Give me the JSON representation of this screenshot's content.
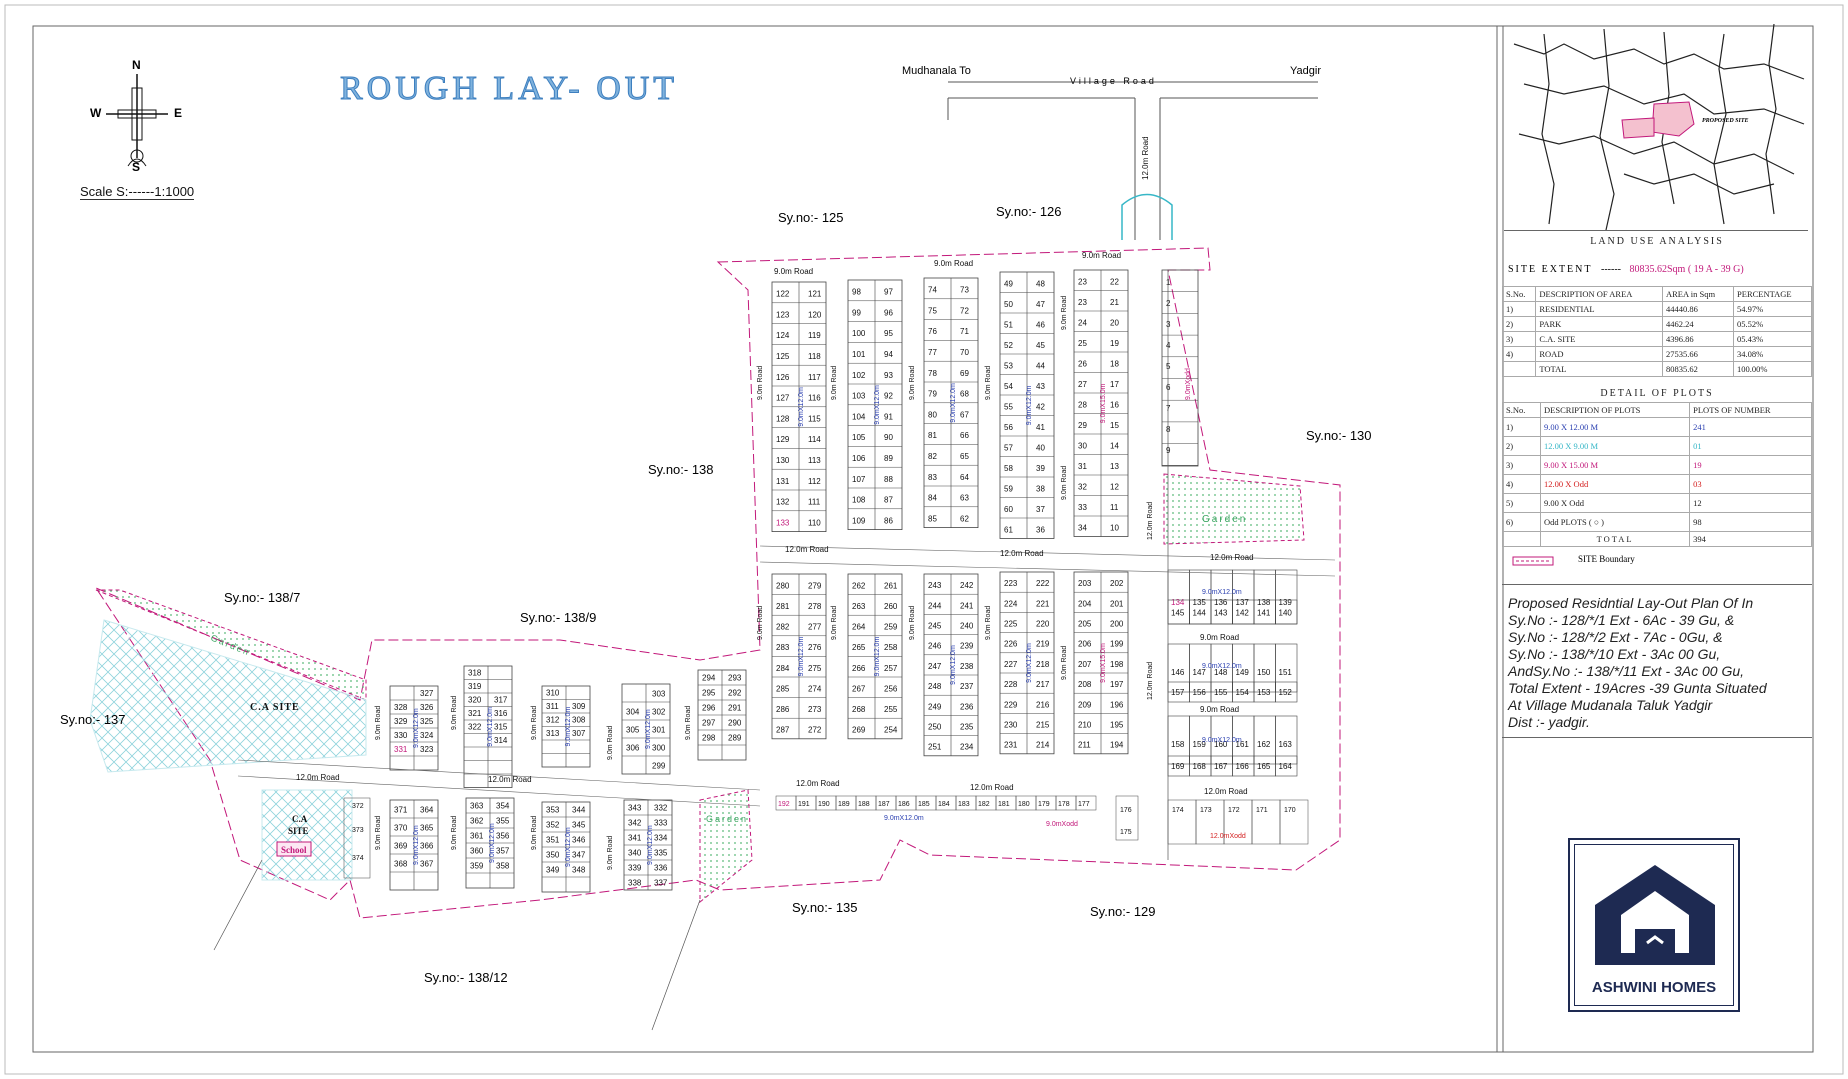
{
  "title": "ROUGH LAY- OUT",
  "scale": "Scale S:------1:1000",
  "compass": {
    "n": "N",
    "s": "S",
    "e": "E",
    "w": "W"
  },
  "top_road": {
    "left": "Mudhanala To",
    "middle": "Village Road",
    "right": "Yadgir"
  },
  "survey_labels": [
    {
      "id": "sy125",
      "text": "Sy.no:- 125"
    },
    {
      "id": "sy126",
      "text": "Sy.no:- 126"
    },
    {
      "id": "sy130",
      "text": "Sy.no:- 130"
    },
    {
      "id": "sy138",
      "text": "Sy.no:- 138"
    },
    {
      "id": "sy1387",
      "text": "Sy.no:- 138/7"
    },
    {
      "id": "sy1389",
      "text": "Sy.no:- 138/9"
    },
    {
      "id": "sy137",
      "text": "Sy.no:- 137"
    },
    {
      "id": "sy135",
      "text": "Sy.no:- 135"
    },
    {
      "id": "sy129",
      "text": "Sy.no:- 129"
    },
    {
      "id": "sy13812",
      "text": "Sy.no:- 138/12"
    }
  ],
  "road_labels": {
    "r9": "9.0m Road",
    "r12": "12.0m Road",
    "dim9x12": "9.0mX12.0m",
    "dim9x15": "9.0mX15.0m",
    "dim9odd": "9.0mXodd",
    "dim12odd": "12.0mXodd"
  },
  "area_labels": {
    "garden": "Garden",
    "ca_site": "C.A SITE",
    "ca": "C.A",
    "site": "SITE",
    "school": "School"
  },
  "key_plan": {
    "label": "PROPOSED SITE"
  },
  "land_use": {
    "title": "LAND USE ANALYSIS",
    "site_extent_label": "SITE EXTENT",
    "site_extent_sep": "------",
    "site_extent_value": "80835.62Sqm ( 19 A - 39 G)",
    "headers": [
      "S.No.",
      "DESCRIPTION OF AREA",
      "AREA in Sqm",
      "PERCENTAGE"
    ],
    "rows": [
      [
        "1)",
        "RESIDENTIAL",
        "44440.86",
        "54.97%"
      ],
      [
        "2)",
        "PARK",
        "4462.24",
        "05.52%"
      ],
      [
        "3)",
        "C.A. SITE",
        "4396.86",
        "05.43%"
      ],
      [
        "4)",
        "ROAD",
        "27535.66",
        "34.08%"
      ],
      [
        "",
        "TOTAL",
        "80835.62",
        "100.00%"
      ]
    ]
  },
  "plots_detail": {
    "title": "DETAIL OF PLOTS",
    "headers": [
      "S.No.",
      "DESCRIPTION OF PLOTS",
      "PLOTS OF NUMBER"
    ],
    "rows": [
      {
        "no": "1)",
        "desc": "9.00 X 12.00 M",
        "count": "241",
        "color": "#2a3fb0"
      },
      {
        "no": "2)",
        "desc": "12.00 X 9.00 M",
        "count": "01",
        "color": "#37b7c7"
      },
      {
        "no": "3)",
        "desc": "9.00 X 15.00 M",
        "count": "19",
        "color": "#c2187a"
      },
      {
        "no": "4)",
        "desc": "12.00 X Odd",
        "count": "03",
        "color": "#d42020"
      },
      {
        "no": "5)",
        "desc": "9.00 X Odd",
        "count": "12",
        "color": "#222222"
      },
      {
        "no": "6)",
        "desc": "Odd PLOTS ( ○ )",
        "count": "98",
        "color": "#222222"
      }
    ],
    "total_label": "TOTAL",
    "total_value": "394"
  },
  "legend": {
    "label": "SITE Boundary"
  },
  "description": "Proposed Residntial Lay-Out Plan Of In\nSy.No :- 128/*/1  Ext - 6Ac - 39 Gu,  &\nSy.No :- 128/*/2  Ext - 7Ac - 0Gu, &\nSy.No :- 138/*/10 Ext - 3Ac  00 Gu,\nAndSy.No :- 138/*/11 Ext - 3Ac  00 Gu,\nTotal  Extent - 19Acres -39 Gunta Situated\nAt  Village  Mudanala Taluk Yadgir\nDist :-  yadgir.",
  "logo": {
    "text": "ASHWINI HOMES"
  },
  "colors": {
    "boundary": "#c2187a",
    "title": "#3d7fbf",
    "dim": "#2a3fb0",
    "garden": "#3aa560",
    "hatch": "#37b7c7",
    "logo": "#1e2a52"
  }
}
